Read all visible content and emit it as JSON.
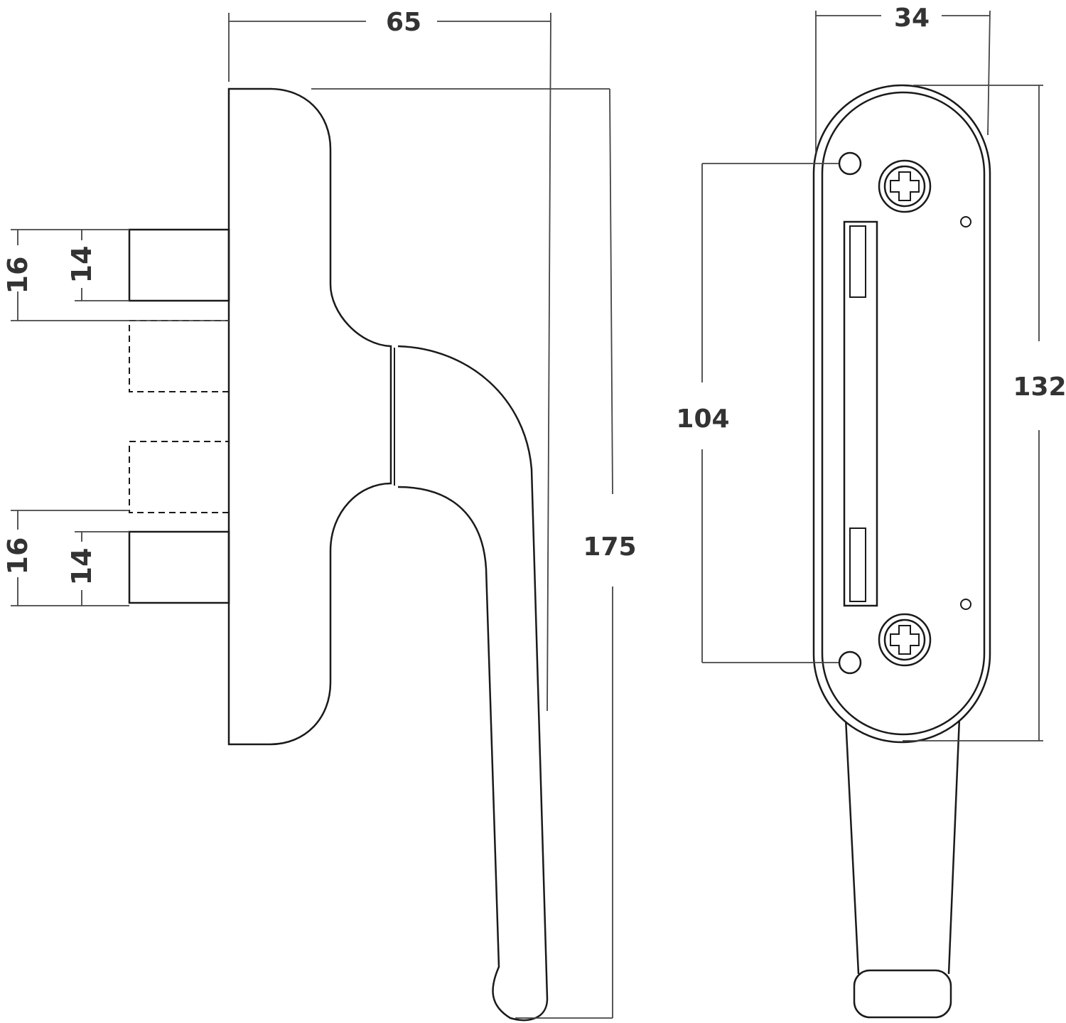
{
  "colors": {
    "outline": "#1a1a1a",
    "dimension_line": "#444444",
    "dimension_text": "#333333",
    "background": "#ffffff"
  },
  "side_view": {
    "overall_width": "65",
    "overall_height": "175",
    "spindle_upper_outer": "16",
    "spindle_upper_inner": "14",
    "spindle_lower_outer": "16",
    "spindle_lower_inner": "14"
  },
  "front_view": {
    "plate_width": "34",
    "plate_height": "132",
    "hole_spacing": "104"
  }
}
